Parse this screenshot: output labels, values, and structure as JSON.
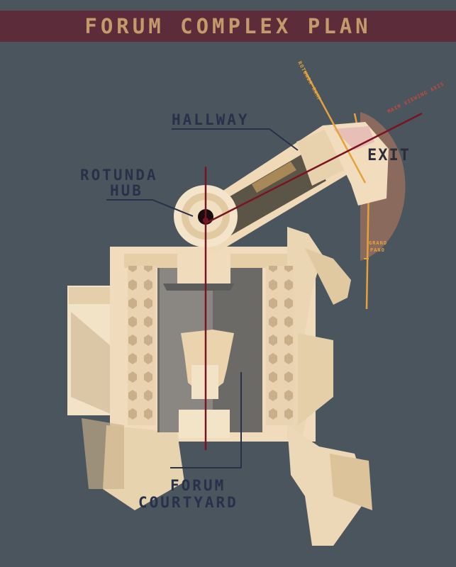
{
  "title": "FORUM COMPLEX PLAN",
  "labels": {
    "hallway": "HALLWAY",
    "rotunda_line1": "ROTUNDA",
    "rotunda_line2": "HUB",
    "forum_line1": "FORUM",
    "forum_line2": "COURTYARD",
    "exit": "EXIT",
    "rotunda_ramp": "ROTUNDA RAMP",
    "main_viewing_axis": "MAIN VIEWING AXIS",
    "grand_pano_line1": "GRAND",
    "grand_pano_line2": "PANO"
  },
  "colors": {
    "background": "#4b555d",
    "banner": "#5c2c3a",
    "title_text": "#c49a6a",
    "label_text": "#27314a",
    "building": "#f0dcbc",
    "axis_line": "#7a1422",
    "orange_line": "#e5a23a",
    "exit_zone": "#8b6a5e"
  }
}
